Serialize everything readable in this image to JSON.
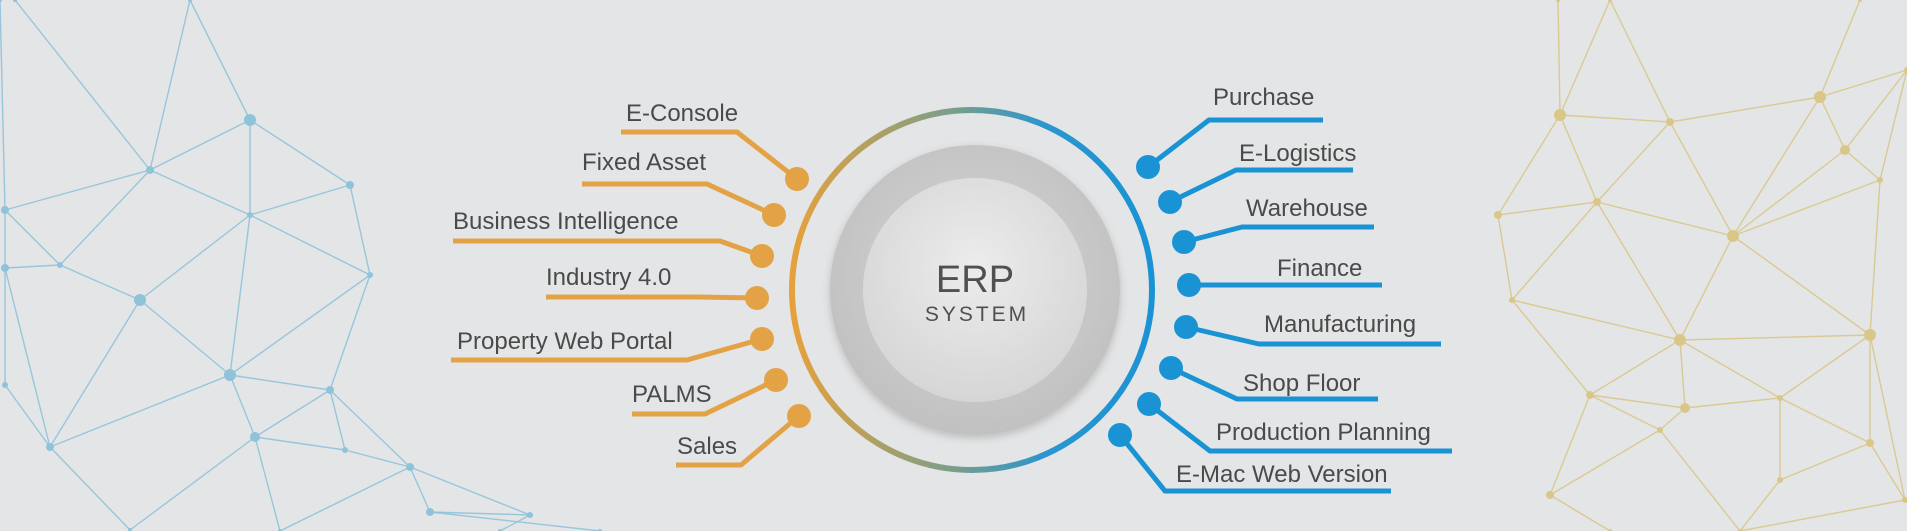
{
  "center": {
    "title": "ERP",
    "subtitle": "SYSTEM"
  },
  "left_modules": [
    "E-Console",
    "Fixed Asset",
    "Business Intelligence",
    "Industry 4.0",
    "Property Web Portal",
    "PALMS",
    "Sales"
  ],
  "right_modules": [
    "Purchase",
    "E-Logistics",
    "Warehouse",
    "Finance",
    "Manufacturing",
    "Shop Floor",
    "Production Planning",
    "E-Mac Web Version"
  ],
  "colors": {
    "left_accent": "#e3a245",
    "right_accent": "#1a93d4",
    "left_network": "#8fc3da",
    "right_network": "#d9c78a",
    "background": "#e4e5e6"
  }
}
